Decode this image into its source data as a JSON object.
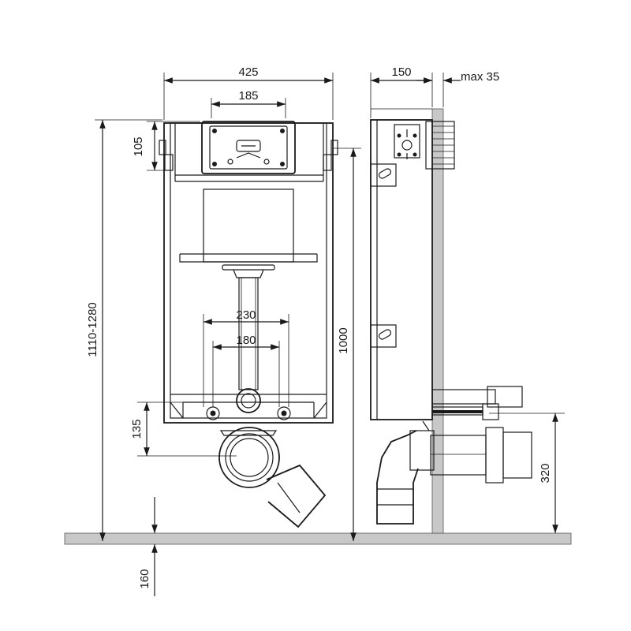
{
  "dimensions": {
    "frame_width": "425",
    "plate_width": "185",
    "plate_height": "105",
    "total_height": "1110-1280",
    "bolt_spacing_outer": "230",
    "bolt_spacing_inner": "180",
    "outlet_height": "135",
    "depth": "150",
    "wall_offset": "max 35",
    "frame_height": "1000",
    "drain_height": "320",
    "floor_offset": "160"
  },
  "colors": {
    "line": "#1a1a1a",
    "floor": "#c8c8c8"
  }
}
